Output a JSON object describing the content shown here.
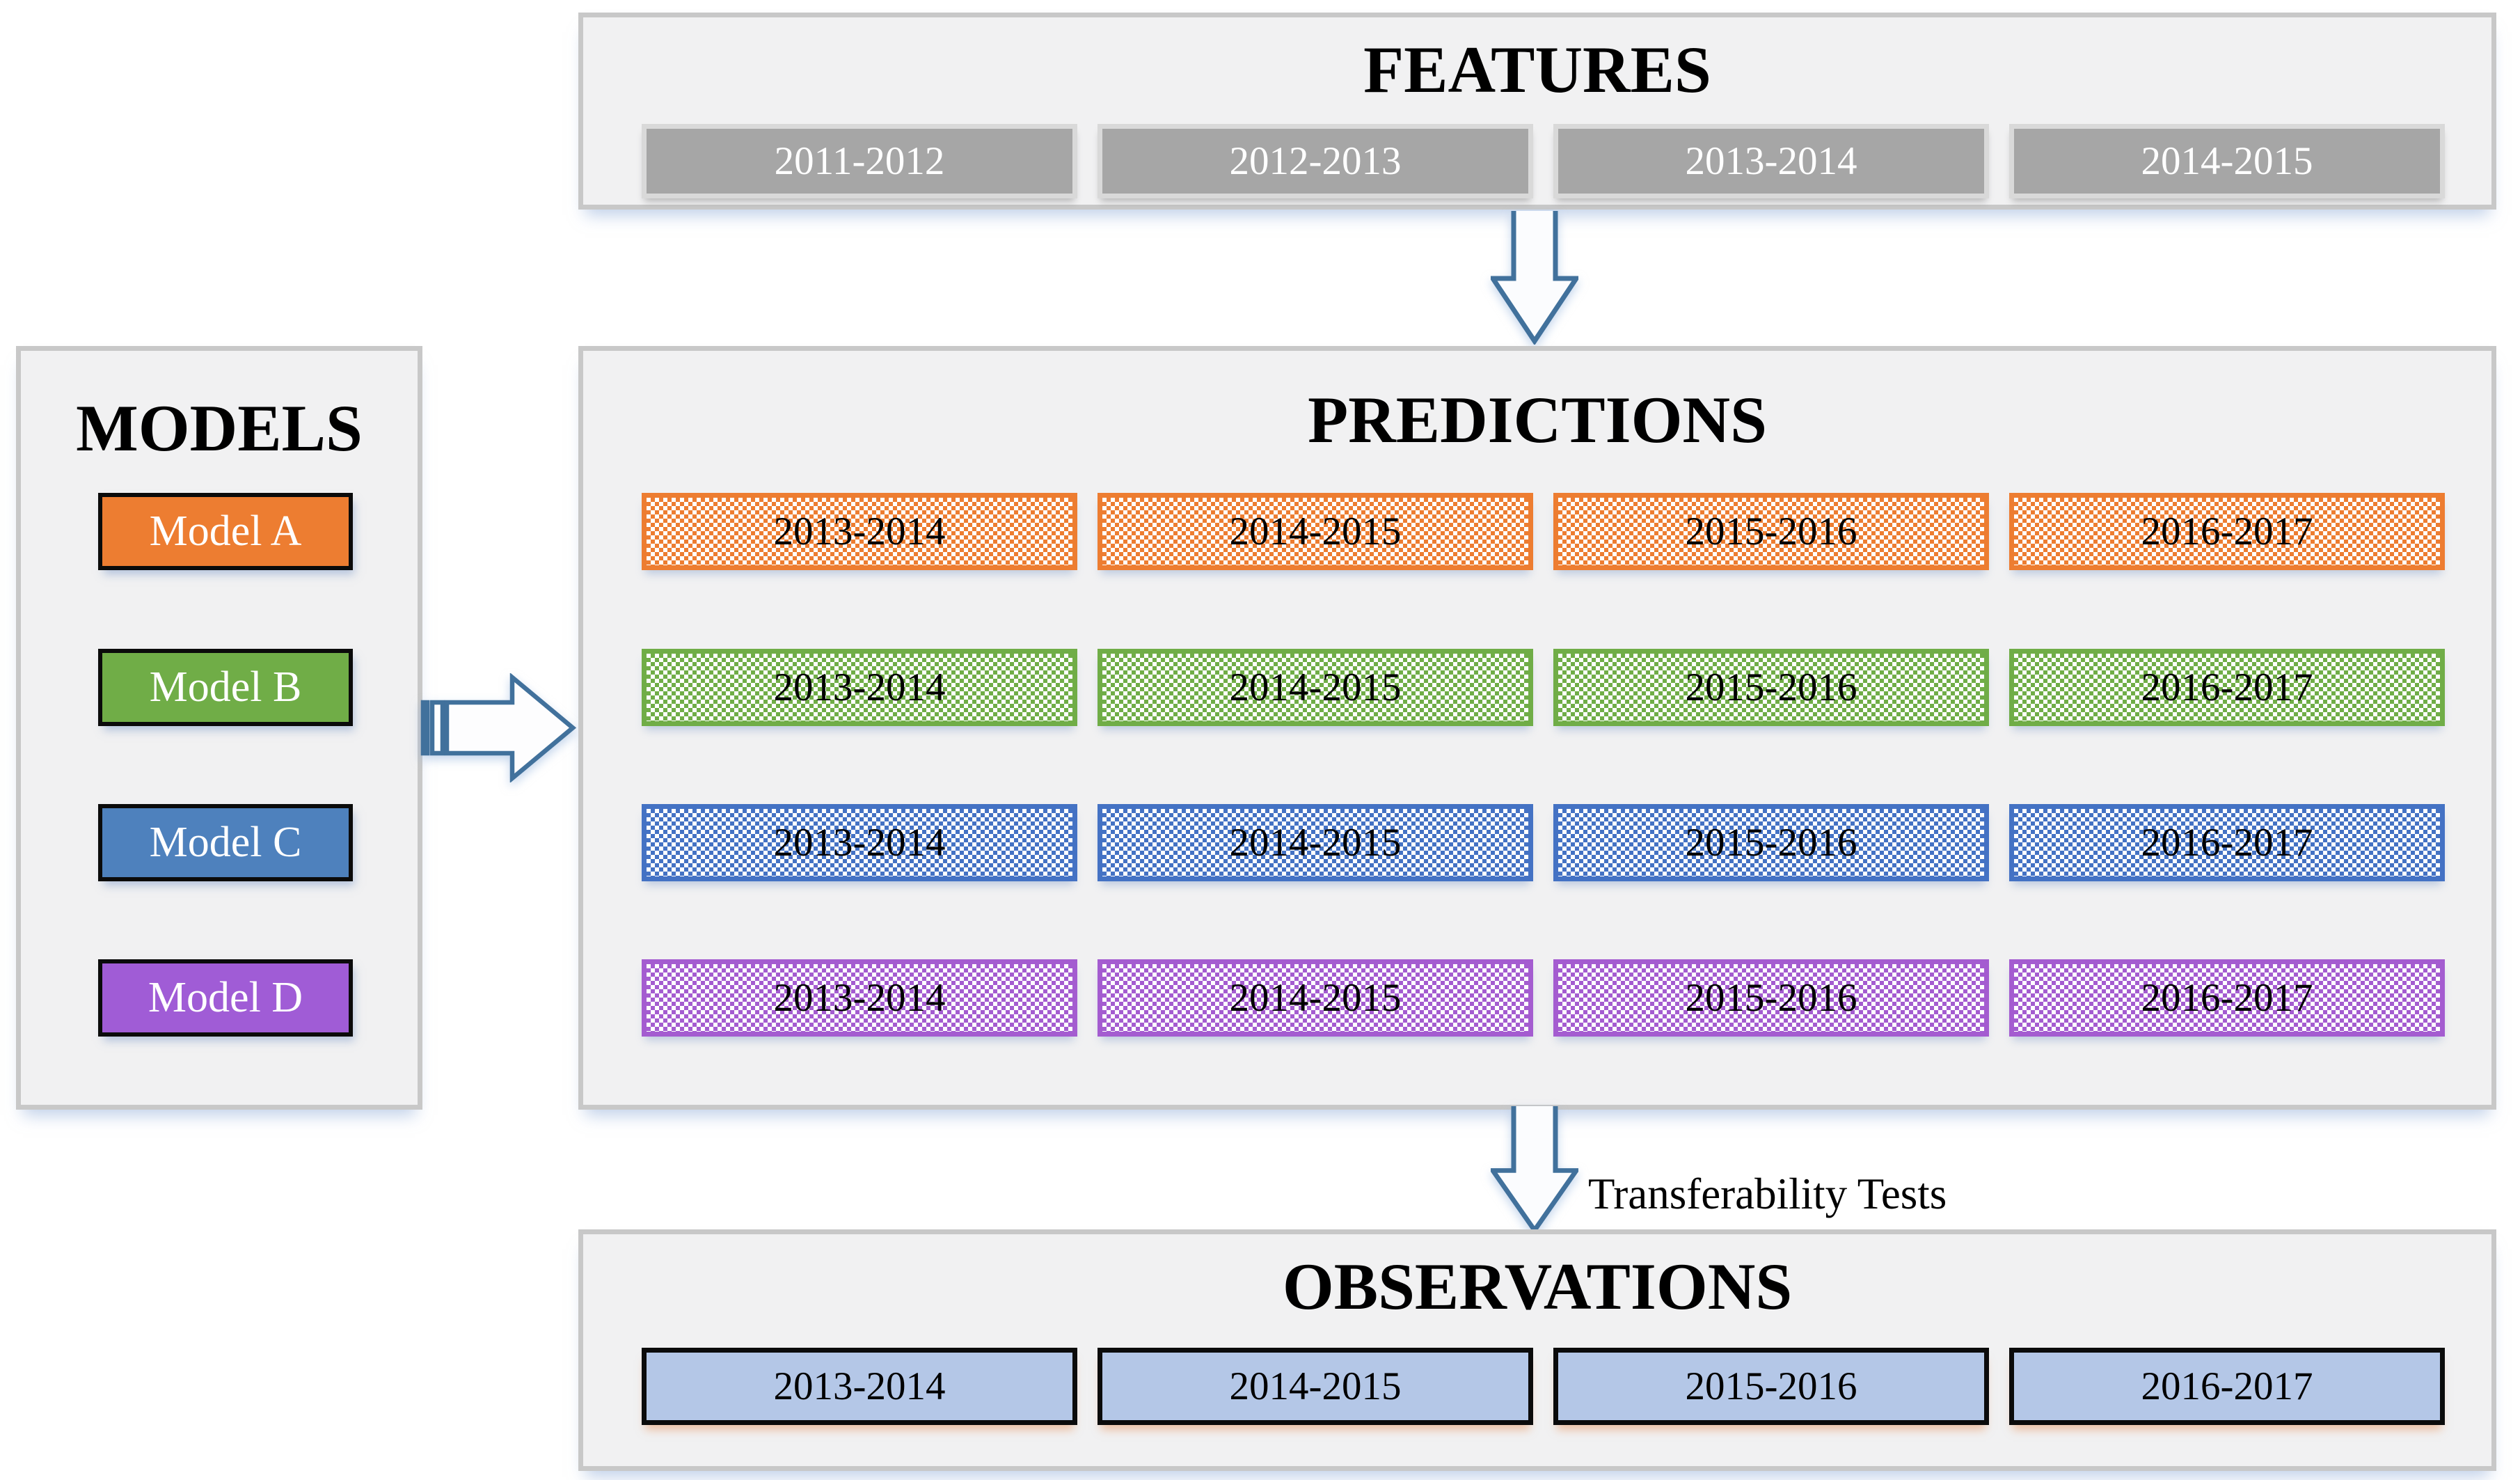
{
  "features": {
    "title": "FEATURES",
    "years": [
      "2011-2012",
      "2012-2013",
      "2013-2014",
      "2014-2015"
    ]
  },
  "models": {
    "title": "MODELS",
    "items": [
      {
        "label": "Model A",
        "color": "#ED7D31"
      },
      {
        "label": "Model B",
        "color": "#70AD47"
      },
      {
        "label": "Model C",
        "color": "#4E81BD"
      },
      {
        "label": "Model D",
        "color": "#A05CD6"
      }
    ]
  },
  "predictions": {
    "title": "PREDICTIONS",
    "years": [
      "2013-2014",
      "2014-2015",
      "2015-2016",
      "2016-2017"
    ],
    "rows": [
      {
        "model": "Model A",
        "color": "#ED7D31"
      },
      {
        "model": "Model B",
        "color": "#70AD47"
      },
      {
        "model": "Model C",
        "color": "#4472C4"
      },
      {
        "model": "Model D",
        "color": "#A45CD0"
      }
    ]
  },
  "arrows": {
    "transfer_label": "Transferability Tests",
    "stroke_color": "#41719C"
  },
  "observations": {
    "title": "OBSERVATIONS",
    "years": [
      "2013-2014",
      "2014-2015",
      "2015-2016",
      "2016-2017"
    ],
    "bar_fill": "#B4C7E7"
  }
}
